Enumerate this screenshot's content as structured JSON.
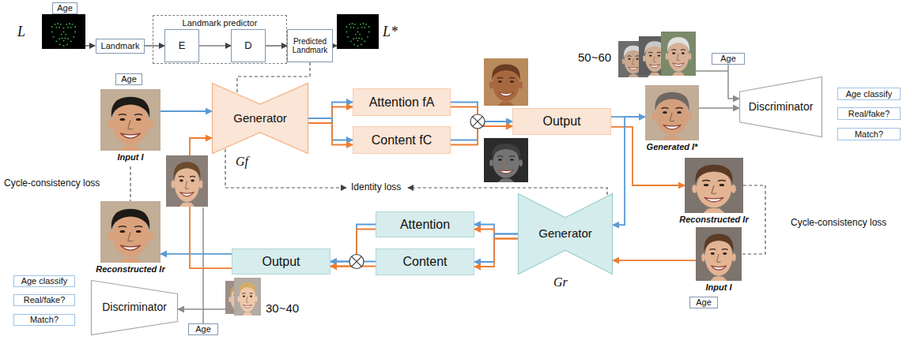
{
  "diagram": {
    "nodes": [
      {
        "text": [
          "Age"
        ]
      },
      {
        "text": [
          "Landmark"
        ]
      },
      {
        "text": [
          "Landmark predictor"
        ]
      },
      {
        "text": [
          "E"
        ],
        "in": 2
      },
      {
        "text": [
          "D"
        ],
        "in": 2
      },
      {
        "text": [
          "Predicted Landmark"
        ]
      },
      {
        "text": [
          "Age"
        ]
      },
      {
        "text": [
          "Input I"
        ]
      },
      {
        "text": [
          "Generator",
          "Gf"
        ]
      },
      {
        "text": [
          "Attention fA"
        ]
      },
      {
        "text": [
          "Content fC"
        ]
      },
      {
        "text": [
          "Output"
        ]
      },
      {
        "text": [
          "Generated I*"
        ]
      },
      {
        "text": [
          "Age"
        ]
      },
      {
        "text": [
          "Discriminator"
        ]
      },
      {
        "text": [
          "Age classify"
        ]
      },
      {
        "text": [
          "Real/fake?"
        ]
      },
      {
        "text": [
          "Match?"
        ]
      },
      {
        "text": [
          "Reconstructed Ir"
        ]
      },
      {
        "text": [
          "Generator",
          "Gr"
        ]
      },
      {
        "text": [
          "Attention"
        ]
      },
      {
        "text": [
          "Content"
        ]
      },
      {
        "text": [
          "Output"
        ]
      },
      {
        "text": [
          "Reconstructed Ir"
        ]
      },
      {
        "text": [
          "Input I"
        ]
      },
      {
        "text": [
          "Age"
        ]
      },
      {
        "text": [
          "Discriminator"
        ]
      },
      {
        "text": [
          "Age classify"
        ]
      },
      {
        "text": [
          "Real/fake?"
        ]
      },
      {
        "text": [
          "Match?"
        ]
      },
      {
        "text": [
          "Age"
        ]
      }
    ],
    "edges": [
      {
        "from": 1,
        "to": 3,
        "arrow": "to"
      },
      {
        "from": 3,
        "to": 4,
        "arrow": "to"
      },
      {
        "from": 4,
        "to": 5,
        "arrow": "to"
      },
      {
        "from": 5,
        "to": 8,
        "arrow": "none"
      },
      {
        "from": 7,
        "to": 8,
        "arrow": "to"
      },
      {
        "from": 8,
        "to": 9,
        "arrow": "to"
      },
      {
        "from": 8,
        "to": 10,
        "arrow": "to"
      },
      {
        "from": 9,
        "to": 11,
        "arrow": "to"
      },
      {
        "from": 10,
        "to": 11,
        "arrow": "to"
      },
      {
        "from": 11,
        "to": 12,
        "arrow": "to"
      },
      {
        "from": 11,
        "to": 18,
        "arrow": "to"
      },
      {
        "from": 12,
        "to": 19,
        "arrow": "to"
      },
      {
        "from": 12,
        "to": 14,
        "arrow": "to"
      },
      {
        "from": 13,
        "to": 14,
        "arrow": "to"
      },
      {
        "from": 24,
        "to": 19,
        "arrow": "to"
      },
      {
        "from": 19,
        "to": 20,
        "arrow": "to"
      },
      {
        "from": 19,
        "to": 21,
        "arrow": "to"
      },
      {
        "from": 20,
        "to": 22,
        "arrow": "to"
      },
      {
        "from": 21,
        "to": 22,
        "arrow": "to"
      },
      {
        "from": 22,
        "to": 23,
        "arrow": "to"
      },
      {
        "from": 22,
        "to": 8,
        "arrow": "to"
      },
      {
        "from": 30,
        "to": 26,
        "arrow": "to"
      },
      {
        "from": 7,
        "to": 23,
        "arrow": "none"
      },
      {
        "from": 18,
        "to": 24,
        "arrow": "none"
      }
    ],
    "labels": [
      "L",
      "L*",
      "50~60",
      "Cycle-consistency loss",
      "Identity loss",
      "Cycle-consistency loss",
      "30~40"
    ]
  }
}
